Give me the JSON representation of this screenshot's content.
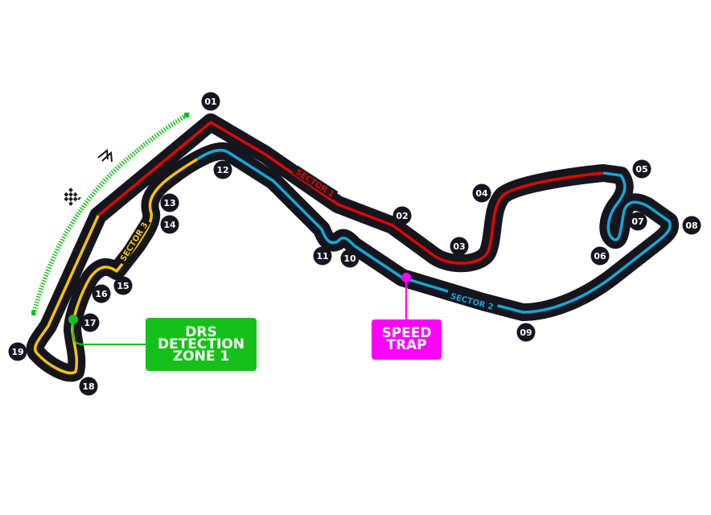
{
  "colors": {
    "track": "#15151e",
    "sector1": "#e10600",
    "sector2": "#12a8d8",
    "sector3": "#f5c400",
    "drs": "#16c01a",
    "speed_trap": "#ff00ff"
  },
  "sectors": [
    "SECTOR 1",
    "SECTOR 2",
    "SECTOR 3"
  ],
  "corners": [
    "01",
    "02",
    "03",
    "04",
    "05",
    "06",
    "07",
    "08",
    "09",
    "10",
    "11",
    "12",
    "13",
    "14",
    "15",
    "16",
    "17",
    "18",
    "19"
  ],
  "drs_box": {
    "line1": "DRS",
    "line2": "DETECTION",
    "line3": "ZONE 1"
  },
  "speed_trap_box": {
    "line1": "SPEED",
    "line2": "TRAP"
  },
  "icons": [
    "checkered-flag-icon",
    "drs-zone-chevron-icon"
  ]
}
